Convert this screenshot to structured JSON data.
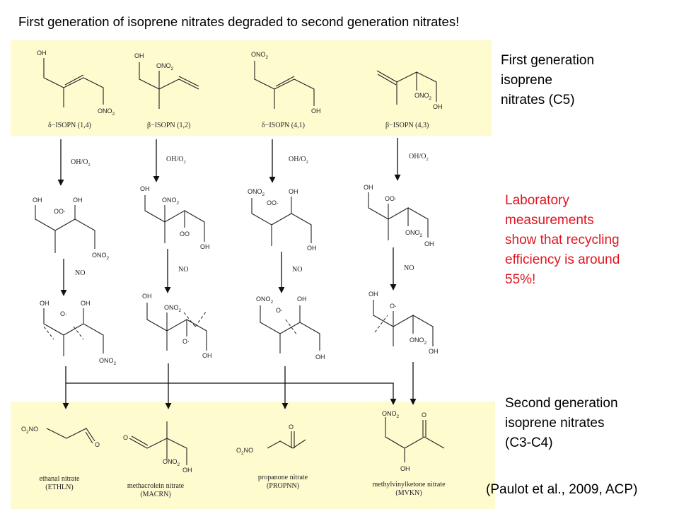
{
  "title": "First generation of isoprene nitrates degraded to second generation nitrates!",
  "side": {
    "first_generation": [
      "First generation",
      "isoprene",
      "nitrates (C5)"
    ],
    "lab_note": [
      "Laboratory",
      "measurements",
      "show that recycling",
      "efficiency is around",
      "55%!"
    ],
    "second_generation": [
      "Second generation",
      "isoprene nitrates",
      "(C3-C4)"
    ]
  },
  "citation": "(Paulot et al., 2009, ACP)",
  "colors": {
    "panel": "#fefbcf",
    "highlight_text": "#e0141e"
  },
  "reaction_labels": {
    "oxidation": "OH/O",
    "oxidation_sub": "2",
    "no": "NO"
  },
  "atoms": {
    "oh": "OH",
    "ono": "ONO",
    "ono_sub": "2",
    "o2no": "O",
    "o2no_sub": "2",
    "o2no_tail": "NO",
    "oo": "OO·",
    "oo_plain": "OO",
    "o_rad": "O·",
    "o": "O"
  },
  "first_gen": [
    {
      "label": "δ−ISOPN (1,4)"
    },
    {
      "label": "β−ISOPN (1,2)"
    },
    {
      "label": "δ−ISOPN (4,1)"
    },
    {
      "label": "β−ISOPN (4,3)"
    }
  ],
  "second_gen": [
    {
      "name": "ethanal nitrate",
      "abbr": "(ETHLN)"
    },
    {
      "name": "methacrolein nitrate",
      "abbr": "(MACRN)"
    },
    {
      "name": "propanone nitrate",
      "abbr": "(PROPNN)"
    },
    {
      "name": "methylvinylketone nitrate",
      "abbr": "(MVKN)"
    }
  ]
}
